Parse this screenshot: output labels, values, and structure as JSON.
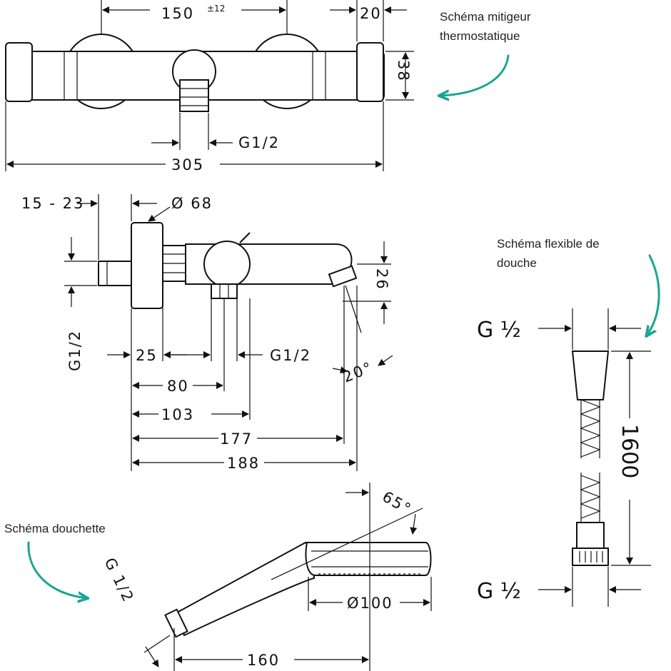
{
  "captions": {
    "mitigeur_line1": "Schéma mitigeur",
    "mitigeur_line2": "thermostatique",
    "flexible_line1": "Schéma flexible de",
    "flexible_line2": "douche",
    "douchette": "Schéma douchette"
  },
  "mitigeur_front": {
    "spacing": "150",
    "tolerance": "±12",
    "end_width": "20",
    "height": "38",
    "outlet": "G1/2",
    "total_width": "305"
  },
  "mitigeur_side": {
    "wall": "15 - 23",
    "diameter": "Ø 68",
    "inlet": "G1/2",
    "spout_height": "26",
    "d25": "25",
    "outlet": "G1/2",
    "angle": "20°",
    "d80": "80",
    "d103": "103",
    "d177": "177",
    "d188": "188"
  },
  "flexible": {
    "top_thread": "G ½",
    "length": "1600",
    "bottom_thread": "G ½"
  },
  "douchette": {
    "angle": "65°",
    "thread": "G 1/2",
    "diameter": "Ø100",
    "length": "160"
  },
  "colors": {
    "accent": "#1aa592",
    "line": "#111111"
  }
}
